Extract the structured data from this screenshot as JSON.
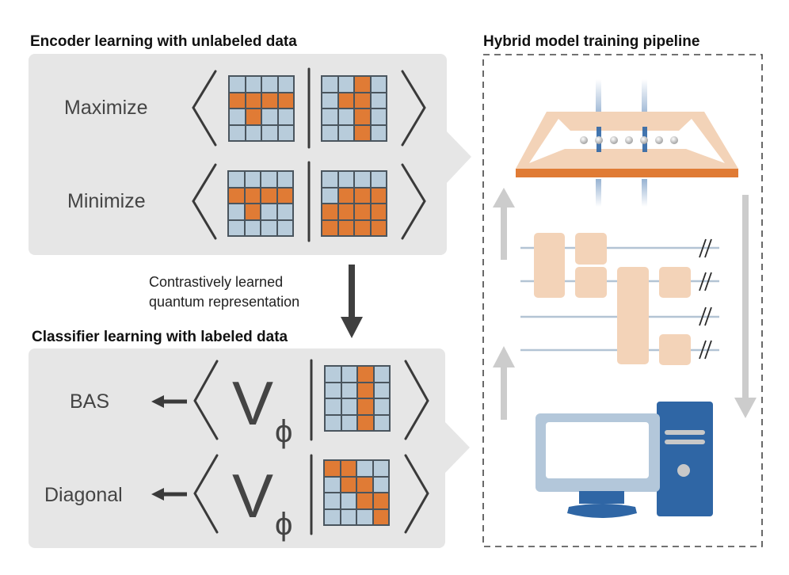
{
  "encoder_section": {
    "title": "Encoder learning with unlabeled data",
    "rows": [
      {
        "label": "Maximize",
        "left_grid": [
          [
            0,
            0,
            0,
            0
          ],
          [
            1,
            1,
            1,
            1
          ],
          [
            0,
            1,
            0,
            0
          ],
          [
            0,
            0,
            0,
            0
          ]
        ],
        "right_grid": [
          [
            0,
            0,
            1,
            0
          ],
          [
            0,
            1,
            1,
            0
          ],
          [
            0,
            0,
            1,
            0
          ],
          [
            0,
            0,
            1,
            0
          ]
        ]
      },
      {
        "label": "Minimize",
        "left_grid": [
          [
            0,
            0,
            0,
            0
          ],
          [
            1,
            1,
            1,
            1
          ],
          [
            0,
            1,
            0,
            0
          ],
          [
            0,
            0,
            0,
            0
          ]
        ],
        "right_grid": [
          [
            0,
            0,
            0,
            0
          ],
          [
            0,
            1,
            1,
            1
          ],
          [
            1,
            1,
            1,
            1
          ],
          [
            1,
            1,
            1,
            1
          ]
        ]
      }
    ]
  },
  "transition": {
    "caption_line1": "Contrastively learned",
    "caption_line2": "quantum representation"
  },
  "classifier_section": {
    "title": "Classifier learning with labeled data",
    "operator": "V",
    "operator_subscript": "ϕ",
    "rows": [
      {
        "label": "BAS",
        "grid": [
          [
            0,
            0,
            1,
            0
          ],
          [
            0,
            0,
            1,
            0
          ],
          [
            0,
            0,
            1,
            0
          ],
          [
            0,
            0,
            1,
            0
          ]
        ]
      },
      {
        "label": "Diagonal",
        "grid": [
          [
            1,
            1,
            0,
            0
          ],
          [
            0,
            1,
            1,
            0
          ],
          [
            0,
            0,
            1,
            1
          ],
          [
            0,
            0,
            0,
            1
          ]
        ]
      }
    ]
  },
  "pipeline_section": {
    "title": "Hybrid model training pipeline",
    "components": [
      "quantum-chip-icon",
      "quantum-circuit",
      "classical-computer-icon"
    ],
    "circuit": {
      "qubit_lines": 4
    }
  },
  "colors": {
    "grid_on": "#e07b35",
    "grid_off": "#b8ccdb",
    "panel_bg": "#e6e6e6",
    "gate_fill": "#f3d3b8",
    "chip_top": "#f3d3b8",
    "chip_edge": "#e07b35",
    "computer_dark": "#2f66a5",
    "computer_light": "#b3c7da",
    "arrow_gray": "#cccccc",
    "text_dark": "#444444"
  }
}
